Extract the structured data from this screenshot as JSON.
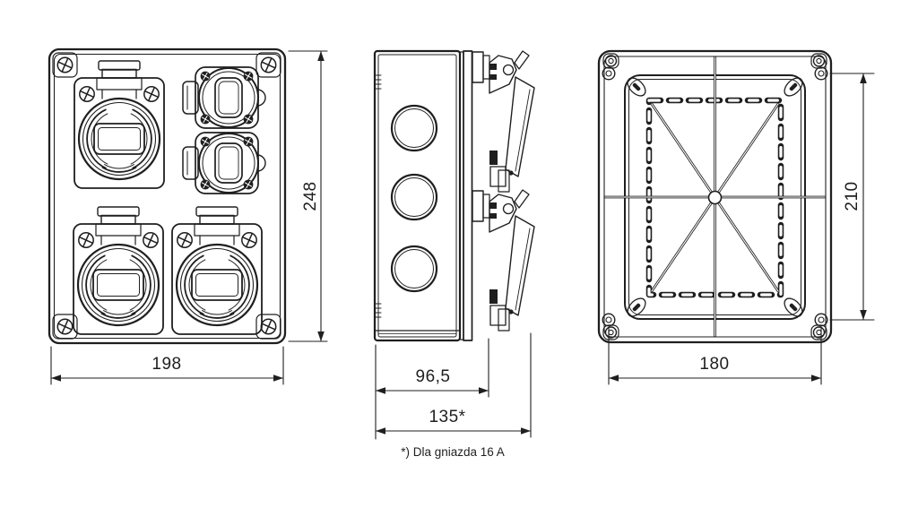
{
  "drawing": {
    "front": {
      "width": "198",
      "height": "248"
    },
    "side": {
      "depth": "96,5",
      "depth_total": "135*"
    },
    "rear": {
      "hole_spacing_width": "180",
      "hole_spacing_height": "210"
    },
    "footnote": "*) Dla gniazda 16 A",
    "line_color": "#1f1f1f",
    "background_color": "#ffffff"
  }
}
